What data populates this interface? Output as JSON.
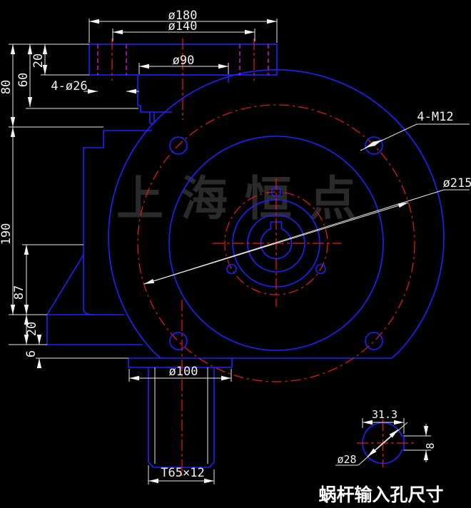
{
  "drawing": {
    "watermark": "上海恒点",
    "caption": "蜗杆输入孔尺寸",
    "colors": {
      "background": "#000000",
      "outline_blue": "#2020ff",
      "centerline_red": "#f01818",
      "hidden_magenta": "#e020e0",
      "dimension_white": "#f2f2f2",
      "watermark_gray": "#2a2a2a"
    },
    "dimensions": {
      "d180": "ø180",
      "d140": "ø140",
      "d90": "ø90",
      "flange_holes": "4-ø26",
      "h80": "80",
      "h60": "60",
      "h20_top": "20",
      "h190": "190",
      "h87": "87",
      "h20_bot": "20",
      "h6": "6",
      "d100": "ø100",
      "thread": "T65×12",
      "body_holes": "4-M12",
      "d215": "ø215",
      "detail_width": "31.3",
      "detail_dia": "ø28",
      "detail_key": "8"
    }
  }
}
